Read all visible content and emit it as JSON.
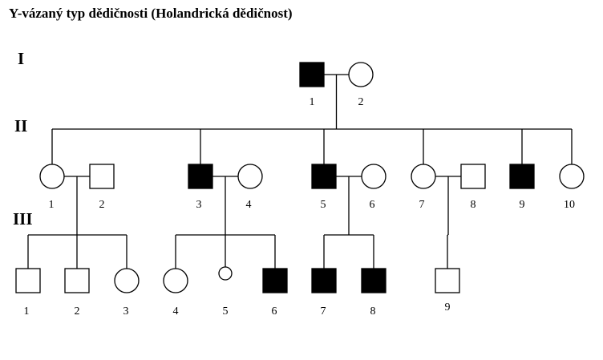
{
  "title": "Y-vázaný typ dědičnosti (Holandrická dědičnost)",
  "generations": [
    "I",
    "II",
    "III"
  ],
  "colors": {
    "affected": "#000000",
    "unaffected": "#ffffff",
    "line": "#000000"
  },
  "individuals": {
    "I": [
      {
        "id": "I-1",
        "label": "1",
        "sex": "male",
        "affected": true
      },
      {
        "id": "I-2",
        "label": "2",
        "sex": "female",
        "affected": false
      }
    ],
    "II": [
      {
        "id": "II-1",
        "label": "1",
        "sex": "female",
        "affected": false
      },
      {
        "id": "II-2",
        "label": "2",
        "sex": "male",
        "affected": false
      },
      {
        "id": "II-3",
        "label": "3",
        "sex": "male",
        "affected": true
      },
      {
        "id": "II-4",
        "label": "4",
        "sex": "female",
        "affected": false
      },
      {
        "id": "II-5",
        "label": "5",
        "sex": "male",
        "affected": true
      },
      {
        "id": "II-6",
        "label": "6",
        "sex": "female",
        "affected": false
      },
      {
        "id": "II-7",
        "label": "7",
        "sex": "female",
        "affected": false
      },
      {
        "id": "II-8",
        "label": "8",
        "sex": "male",
        "affected": false
      },
      {
        "id": "II-9",
        "label": "9",
        "sex": "male",
        "affected": true
      },
      {
        "id": "II-10",
        "label": "10",
        "sex": "female",
        "affected": false
      }
    ],
    "III": [
      {
        "id": "III-1",
        "label": "1",
        "sex": "male",
        "affected": false
      },
      {
        "id": "III-2",
        "label": "2",
        "sex": "male",
        "affected": false
      },
      {
        "id": "III-3",
        "label": "3",
        "sex": "female",
        "affected": false
      },
      {
        "id": "III-4",
        "label": "4",
        "sex": "female",
        "affected": false
      },
      {
        "id": "III-5",
        "label": "5",
        "sex": "female",
        "affected": false
      },
      {
        "id": "III-6",
        "label": "6",
        "sex": "male",
        "affected": true
      },
      {
        "id": "III-7",
        "label": "7",
        "sex": "male",
        "affected": true
      },
      {
        "id": "III-8",
        "label": "8",
        "sex": "male",
        "affected": true
      },
      {
        "id": "III-9",
        "label": "9",
        "sex": "male",
        "affected": false
      }
    ]
  },
  "couples": [
    {
      "id": "couple-I",
      "partners": [
        "I-1",
        "I-2"
      ],
      "children": [
        "II-1",
        "II-3",
        "II-5",
        "II-7",
        "II-9",
        "II-10"
      ]
    },
    {
      "id": "couple-II-1-2",
      "partners": [
        "II-1",
        "II-2"
      ],
      "children": [
        "III-1",
        "III-2",
        "III-3"
      ]
    },
    {
      "id": "couple-II-3-4",
      "partners": [
        "II-3",
        "II-4"
      ],
      "children": [
        "III-4",
        "III-5",
        "III-6"
      ]
    },
    {
      "id": "couple-II-5-6",
      "partners": [
        "II-5",
        "II-6"
      ],
      "children": [
        "III-7",
        "III-8"
      ]
    },
    {
      "id": "couple-II-7-8",
      "partners": [
        "II-7",
        "II-8"
      ],
      "children": [
        "III-9"
      ]
    }
  ]
}
